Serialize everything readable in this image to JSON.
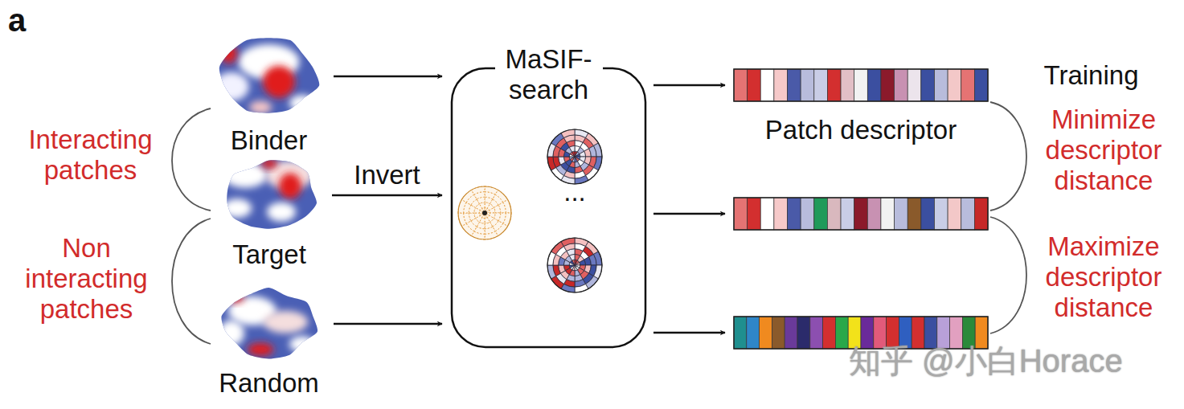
{
  "diagram": {
    "nodes": [
      {
        "text": [
          "Binder"
        ]
      },
      {
        "text": [
          "Target"
        ]
      },
      {
        "text": [
          "Random"
        ]
      },
      {
        "text": [
          "MaSIF-search"
        ]
      },
      {
        "text": [
          "Patch descriptor"
        ]
      },
      {
        "text": []
      },
      {
        "text": []
      }
    ],
    "edges": [
      {
        "from": 0,
        "to": 3,
        "arrow": "to"
      },
      {
        "from": 1,
        "to": 3,
        "label": "Invert",
        "arrow": "to"
      },
      {
        "from": 2,
        "to": 3,
        "arrow": "to"
      },
      {
        "from": 3,
        "to": 4,
        "arrow": "to"
      },
      {
        "from": 3,
        "to": 5,
        "arrow": "to"
      },
      {
        "from": 3,
        "to": 6,
        "arrow": "to"
      }
    ],
    "labels": [
      "a",
      "Interacting patches",
      "Non interacting patches",
      "...",
      "Training",
      "Minimize descriptor distance",
      "Maximize descriptor distance",
      "知乎 @小白Horace"
    ]
  }
}
